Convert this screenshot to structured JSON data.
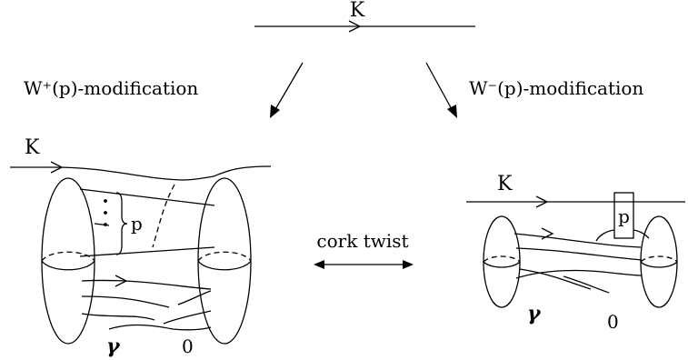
{
  "top": {
    "knot_label": "K"
  },
  "arrows": {
    "left_label": "W⁺(p)-modification",
    "right_label": "W⁻(p)-modification"
  },
  "left_diagram": {
    "knot_label": "K",
    "p_label": "p",
    "gamma_label": "γ",
    "zero_label": "0"
  },
  "middle": {
    "cork_label": "cork twist"
  },
  "right_diagram": {
    "knot_label": "K",
    "box_label": "p",
    "gamma_label": "γ",
    "zero_label": "0"
  }
}
